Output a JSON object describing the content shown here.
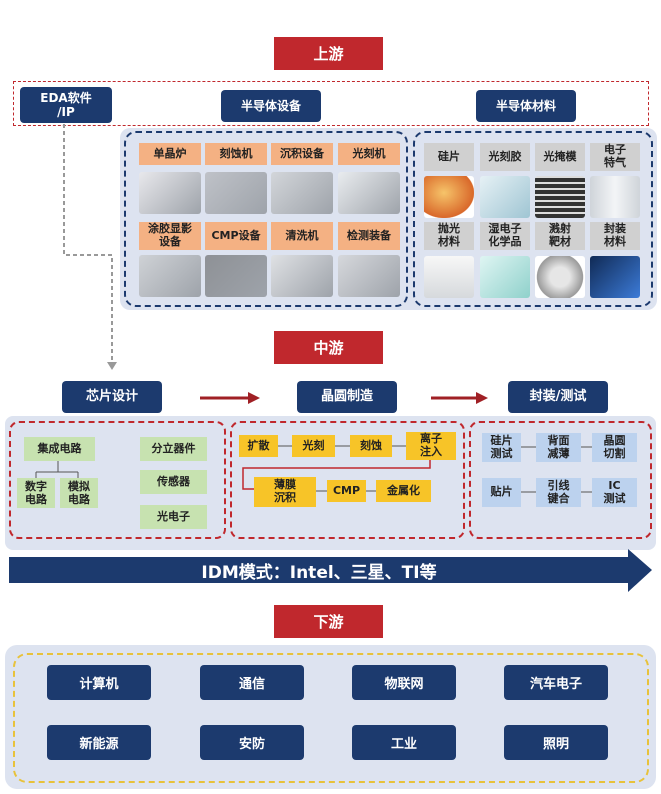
{
  "upstream": {
    "title": "上游",
    "eda": "EDA软件\n/IP",
    "equipment_header": "半导体设备",
    "materials_header": "半导体材料",
    "equipment": [
      "单晶炉",
      "刻蚀机",
      "沉积设备",
      "光刻机",
      "涂胶显影\n设备",
      "CMP设备",
      "清洗机",
      "检测装备"
    ],
    "materials": [
      "硅片",
      "光刻胶",
      "光掩模",
      "电子\n特气",
      "抛光\n材料",
      "湿电子\n化学品",
      "溅射\n靶材",
      "封装\n材料"
    ]
  },
  "midstream": {
    "title": "中游",
    "design_header": "芯片设计",
    "fab_header": "晶圆制造",
    "package_header": "封装/测试",
    "design": {
      "ic": "集成电路",
      "digital": "数字\n电路",
      "analog": "模拟\n电路",
      "discrete": "分立器件",
      "sensor": "传感器",
      "optoelectronic": "光电子"
    },
    "fab_steps": [
      "扩散",
      "光刻",
      "刻蚀",
      "离子\n注入",
      "薄膜\n沉积",
      "CMP",
      "金属化"
    ],
    "package_steps": [
      "硅片\n测试",
      "背面\n减薄",
      "晶圆\n切割",
      "贴片",
      "引线\n键合",
      "IC\n测试"
    ],
    "idm_banner": "IDM模式：Intel、三星、TI等"
  },
  "downstream": {
    "title": "下游",
    "apps": [
      "计算机",
      "通信",
      "物联网",
      "汽车电子",
      "新能源",
      "安防",
      "工业",
      "照明"
    ]
  },
  "colors": {
    "red": "#c0282d",
    "navy": "#1c3a6e",
    "equipment_label": "#f4b183",
    "material_label": "#d0d0d0",
    "design_box": "#c7e2b0",
    "fab_box": "#f7c428",
    "package_box": "#bcd2ee"
  }
}
